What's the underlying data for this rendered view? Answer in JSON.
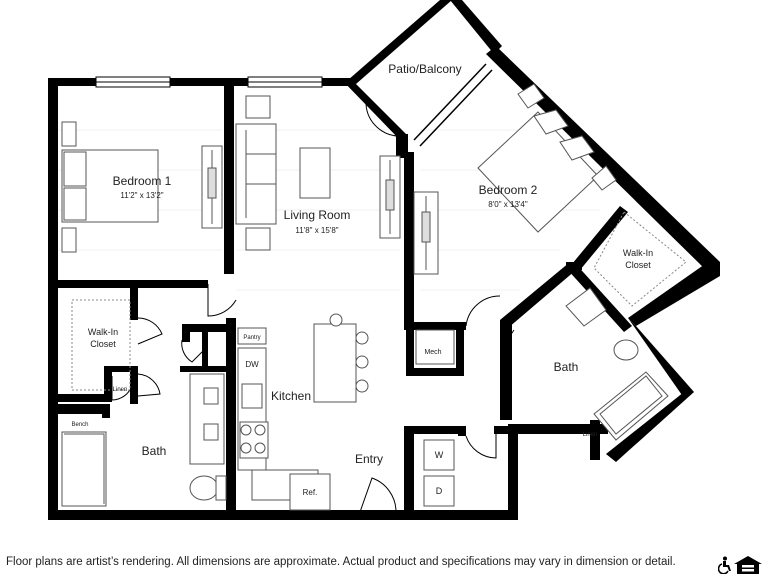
{
  "rooms": {
    "bedroom1": {
      "name": "Bedroom 1",
      "dims": "11'2\" x 13'2\""
    },
    "living": {
      "name": "Living Room",
      "dims": "11'8\" x 15'8\""
    },
    "bedroom2": {
      "name": "Bedroom 2",
      "dims": "8'0\" x 13'4\""
    },
    "patio": {
      "name": "Patio/Balcony"
    },
    "walkin1": {
      "line1": "Walk-In",
      "line2": "Closet"
    },
    "walkin2": {
      "line1": "Walk-In",
      "line2": "Closet"
    },
    "kitchen": {
      "name": "Kitchen"
    },
    "bath1": {
      "name": "Bath"
    },
    "bath2": {
      "name": "Bath"
    },
    "entry": {
      "name": "Entry"
    }
  },
  "fixtures": {
    "pantry": "Pantry",
    "dw": "DW",
    "ref": "Ref.",
    "mech": "Mech",
    "linen1": "Linen",
    "linen2": "Linen",
    "bench": "Bench",
    "washer": "W",
    "dryer": "D"
  },
  "footer": {
    "disclaimer": "Floor plans are artist’s rendering. All dimensions are approximate. Actual product and specifications may vary in dimension or detail."
  },
  "icons": [
    "accessibility-icon",
    "equal-housing-icon"
  ]
}
